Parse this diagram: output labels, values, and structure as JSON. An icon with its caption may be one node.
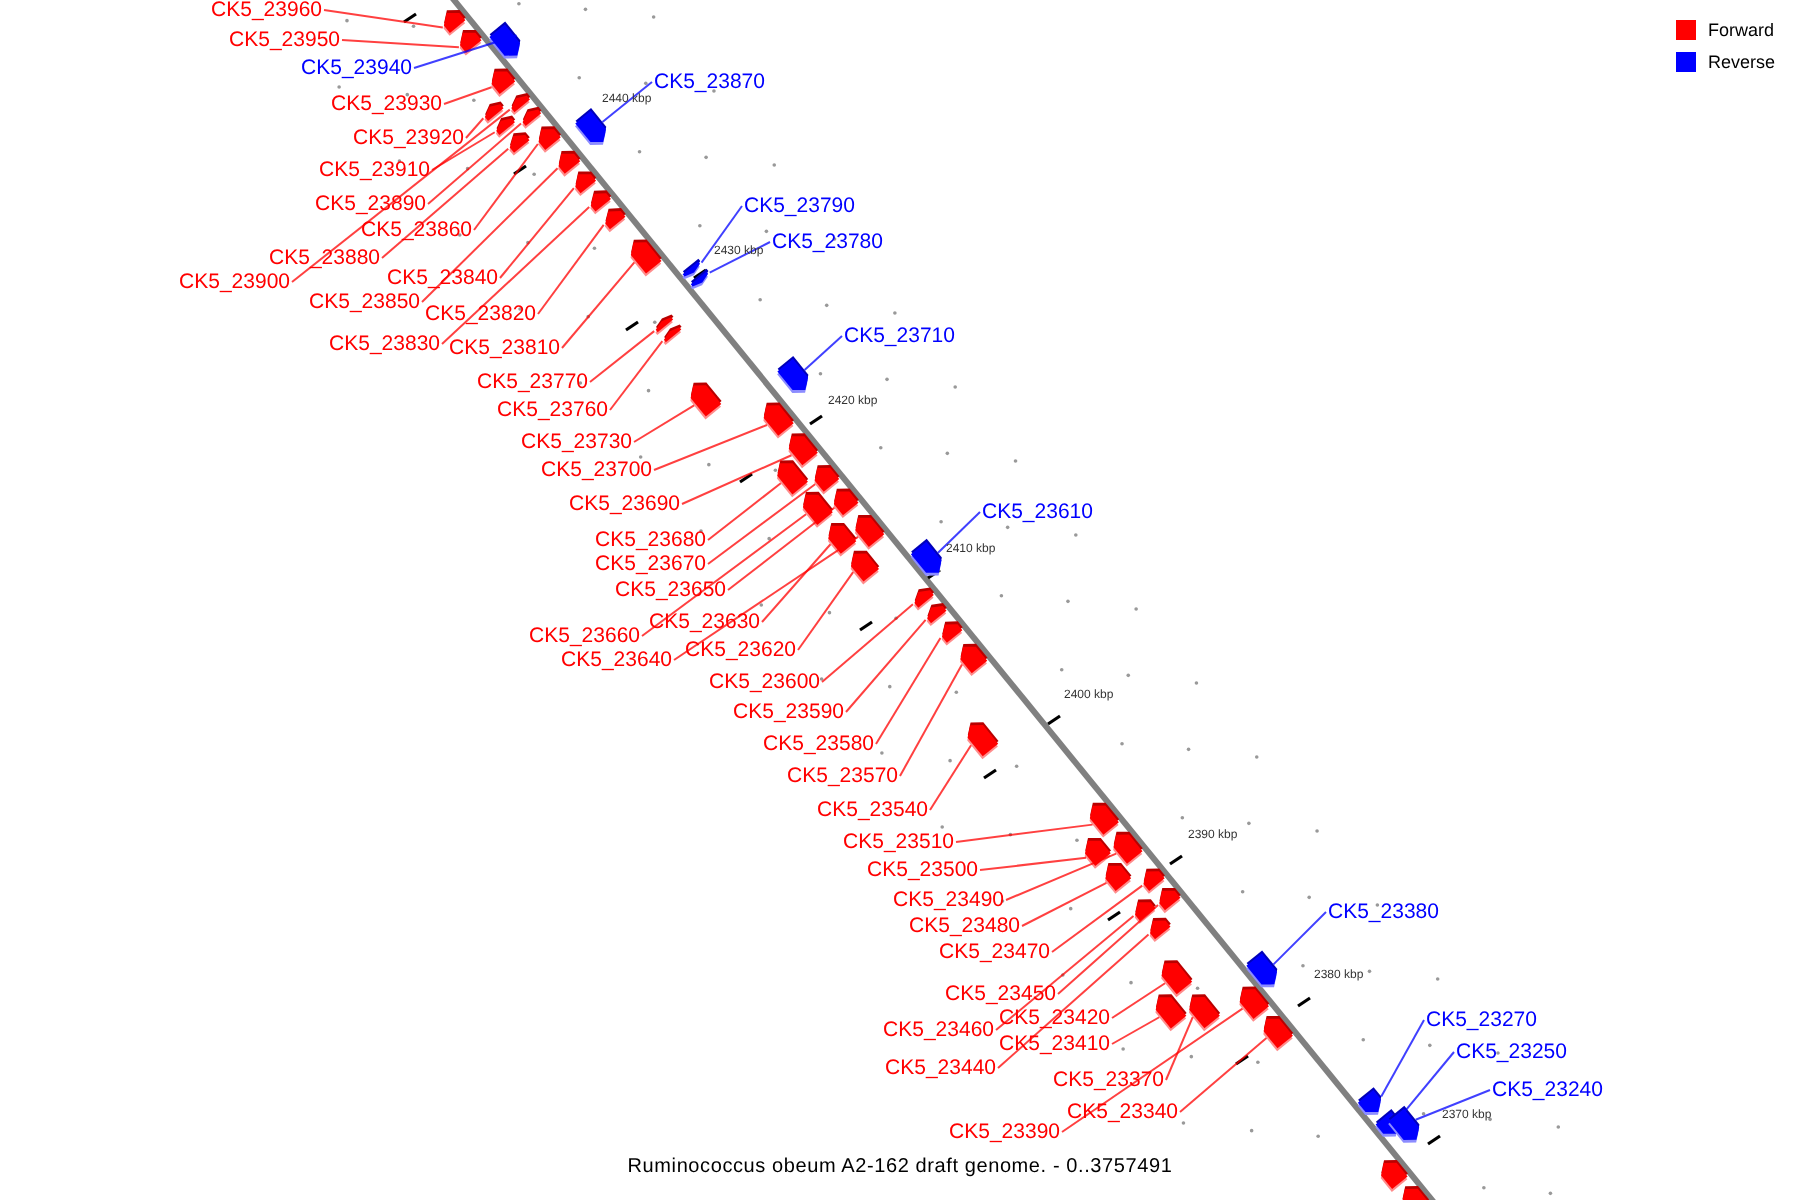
{
  "diagram": {
    "caption": "Ruminococcus obeum A2-162 draft genome. - 0..3757491",
    "nodes": [
      {
        "text": [
          "CK5_23960"
        ]
      },
      {
        "text": [
          "CK5_23950"
        ]
      },
      {
        "text": [
          "CK5_23940"
        ]
      },
      {
        "text": [
          "CK5_23870"
        ]
      },
      {
        "text": [
          "CK5_23930"
        ]
      },
      {
        "text": [
          "CK5_23920"
        ]
      },
      {
        "text": [
          "CK5_23910"
        ]
      },
      {
        "text": [
          "CK5_23890"
        ]
      },
      {
        "text": [
          "CK5_23790"
        ]
      },
      {
        "text": [
          "CK5_23860"
        ]
      },
      {
        "text": [
          "CK5_23780"
        ]
      },
      {
        "text": [
          "CK5_23880"
        ]
      },
      {
        "text": [
          "CK5_23840"
        ]
      },
      {
        "text": [
          "CK5_23900"
        ]
      },
      {
        "text": [
          "CK5_23850"
        ]
      },
      {
        "text": [
          "CK5_23820"
        ]
      },
      {
        "text": [
          "CK5_23710"
        ]
      },
      {
        "text": [
          "CK5_23830"
        ]
      },
      {
        "text": [
          "CK5_23810"
        ]
      },
      {
        "text": [
          "CK5_23770"
        ]
      },
      {
        "text": [
          "CK5_23760"
        ]
      },
      {
        "text": [
          "CK5_23730"
        ]
      },
      {
        "text": [
          "CK5_23700"
        ]
      },
      {
        "text": [
          "CK5_23690"
        ]
      },
      {
        "text": [
          "CK5_23610"
        ]
      },
      {
        "text": [
          "CK5_23680"
        ]
      },
      {
        "text": [
          "CK5_23670"
        ]
      },
      {
        "text": [
          "CK5_23650"
        ]
      },
      {
        "text": [
          "CK5_23630"
        ]
      },
      {
        "text": [
          "CK5_23660"
        ]
      },
      {
        "text": [
          "CK5_23620"
        ]
      },
      {
        "text": [
          "CK5_23640"
        ]
      },
      {
        "text": [
          "CK5_23600"
        ]
      },
      {
        "text": [
          "CK5_23590"
        ]
      },
      {
        "text": [
          "CK5_23580"
        ]
      },
      {
        "text": [
          "CK5_23570"
        ]
      },
      {
        "text": [
          "CK5_23540"
        ]
      },
      {
        "text": [
          "CK5_23510"
        ]
      },
      {
        "text": [
          "CK5_23500"
        ]
      },
      {
        "text": [
          "CK5_23490"
        ]
      },
      {
        "text": [
          "CK5_23380"
        ]
      },
      {
        "text": [
          "CK5_23480"
        ]
      },
      {
        "text": [
          "CK5_23470"
        ]
      },
      {
        "text": [
          "CK5_23450"
        ]
      },
      {
        "text": [
          "CK5_23420"
        ]
      },
      {
        "text": [
          "CK5_23270"
        ]
      },
      {
        "text": [
          "CK5_23460"
        ]
      },
      {
        "text": [
          "CK5_23410"
        ]
      },
      {
        "text": [
          "CK5_23250"
        ]
      },
      {
        "text": [
          "CK5_23440"
        ]
      },
      {
        "text": [
          "CK5_23370"
        ]
      },
      {
        "text": [
          "CK5_23240"
        ]
      },
      {
        "text": [
          "CK5_23340"
        ]
      },
      {
        "text": [
          "CK5_23390"
        ]
      },
      {
        "text": [],
        "shape": "box"
      },
      {
        "text": [],
        "shape": "box"
      },
      {
        "text": [],
        "shape": "box"
      },
      {
        "text": [],
        "shape": "box"
      },
      {
        "text": [],
        "shape": "box"
      },
      {
        "text": [],
        "shape": "box"
      },
      {
        "text": [],
        "shape": "box"
      },
      {
        "text": [],
        "shape": "box"
      },
      {
        "text": [],
        "shape": "box"
      },
      {
        "text": [],
        "shape": "box"
      },
      {
        "text": [],
        "shape": "box"
      },
      {
        "text": [],
        "shape": "box"
      },
      {
        "text": [],
        "shape": "box"
      },
      {
        "text": [],
        "shape": "box"
      },
      {
        "text": [],
        "shape": "box"
      },
      {
        "text": [],
        "shape": "box"
      },
      {
        "text": [],
        "shape": "box"
      },
      {
        "text": [],
        "shape": "box"
      },
      {
        "text": [],
        "shape": "box"
      },
      {
        "text": [],
        "shape": "box"
      },
      {
        "text": [],
        "shape": "box"
      },
      {
        "text": [],
        "shape": "box"
      },
      {
        "text": [],
        "shape": "box"
      },
      {
        "text": [],
        "shape": "box"
      },
      {
        "text": [],
        "shape": "box"
      },
      {
        "text": [],
        "shape": "box"
      },
      {
        "text": [],
        "shape": "box"
      },
      {
        "text": [],
        "shape": "box"
      },
      {
        "text": [],
        "shape": "box"
      },
      {
        "text": [],
        "shape": "box"
      },
      {
        "text": [],
        "shape": "box"
      },
      {
        "text": [],
        "shape": "box"
      },
      {
        "text": [],
        "shape": "box"
      },
      {
        "text": [],
        "shape": "box"
      },
      {
        "text": [],
        "shape": "box"
      },
      {
        "text": [],
        "shape": "box"
      },
      {
        "text": [],
        "shape": "box"
      },
      {
        "text": [],
        "shape": "box"
      },
      {
        "text": [],
        "shape": "box"
      },
      {
        "text": [],
        "shape": "box"
      },
      {
        "text": [],
        "shape": "box"
      },
      {
        "text": [],
        "shape": "box"
      },
      {
        "text": [],
        "shape": "box"
      },
      {
        "text": [],
        "shape": "box"
      },
      {
        "text": [],
        "shape": "box"
      },
      {
        "text": [],
        "shape": "box"
      },
      {
        "text": [],
        "shape": "box"
      },
      {
        "text": [],
        "shape": "box"
      },
      {
        "text": [],
        "shape": "box"
      },
      {
        "text": [],
        "shape": "box"
      },
      {
        "text": [],
        "shape": "box"
      },
      {
        "text": [],
        "shape": "box"
      },
      {
        "text": [],
        "shape": "box"
      },
      {
        "text": [],
        "shape": "box"
      },
      {
        "text": [],
        "shape": "box"
      },
      {
        "text": [],
        "shape": "box"
      }
    ],
    "edges": [
      {
        "from": 0,
        "to": 54,
        "arrow": "none"
      },
      {
        "from": 1,
        "to": 55,
        "arrow": "none"
      },
      {
        "from": 2,
        "to": 56,
        "arrow": "none",
        "color": "#0000ff"
      },
      {
        "from": 3,
        "to": 64,
        "arrow": "none",
        "color": "#0000ff"
      },
      {
        "from": 4,
        "to": 57,
        "arrow": "none"
      },
      {
        "from": 5,
        "to": 58,
        "arrow": "none"
      },
      {
        "from": 6,
        "to": 60,
        "arrow": "none"
      },
      {
        "from": 7,
        "to": 61,
        "arrow": "none"
      },
      {
        "from": 8,
        "to": 70,
        "arrow": "none",
        "color": "#0000ff"
      },
      {
        "from": 9,
        "to": 63,
        "arrow": "none"
      },
      {
        "from": 10,
        "to": 71,
        "arrow": "none",
        "color": "#0000ff"
      },
      {
        "from": 11,
        "to": 62,
        "arrow": "none"
      },
      {
        "from": 12,
        "to": 66,
        "arrow": "none"
      },
      {
        "from": 13,
        "to": 59,
        "arrow": "none"
      },
      {
        "from": 14,
        "to": 65,
        "arrow": "none"
      },
      {
        "from": 15,
        "to": 68,
        "arrow": "none"
      },
      {
        "from": 16,
        "to": 75,
        "arrow": "none",
        "color": "#0000ff"
      },
      {
        "from": 17,
        "to": 67,
        "arrow": "none"
      },
      {
        "from": 18,
        "to": 69,
        "arrow": "none"
      },
      {
        "from": 19,
        "to": 72,
        "arrow": "none"
      },
      {
        "from": 20,
        "to": 73,
        "arrow": "none"
      },
      {
        "from": 21,
        "to": 74,
        "arrow": "none"
      },
      {
        "from": 22,
        "to": 76,
        "arrow": "none"
      },
      {
        "from": 23,
        "to": 77,
        "arrow": "none"
      },
      {
        "from": 24,
        "to": 85,
        "arrow": "none",
        "color": "#0000ff"
      },
      {
        "from": 25,
        "to": 78,
        "arrow": "none"
      },
      {
        "from": 26,
        "to": 79,
        "arrow": "none"
      },
      {
        "from": 27,
        "to": 81,
        "arrow": "none"
      },
      {
        "from": 28,
        "to": 82,
        "arrow": "none"
      },
      {
        "from": 29,
        "to": 80,
        "arrow": "none"
      },
      {
        "from": 30,
        "to": 84,
        "arrow": "none"
      },
      {
        "from": 31,
        "to": 83,
        "arrow": "none"
      },
      {
        "from": 32,
        "to": 86,
        "arrow": "none"
      },
      {
        "from": 33,
        "to": 87,
        "arrow": "none"
      },
      {
        "from": 34,
        "to": 88,
        "arrow": "none"
      },
      {
        "from": 35,
        "to": 89,
        "arrow": "none"
      },
      {
        "from": 36,
        "to": 90,
        "arrow": "none"
      },
      {
        "from": 37,
        "to": 91,
        "arrow": "none"
      },
      {
        "from": 38,
        "to": 92,
        "arrow": "none"
      },
      {
        "from": 39,
        "to": 93,
        "arrow": "none"
      },
      {
        "from": 40,
        "to": 102,
        "arrow": "none",
        "color": "#0000ff"
      },
      {
        "from": 41,
        "to": 94,
        "arrow": "none"
      },
      {
        "from": 42,
        "to": 95,
        "arrow": "none"
      },
      {
        "from": 43,
        "to": 97,
        "arrow": "none"
      },
      {
        "from": 44,
        "to": 99,
        "arrow": "none"
      },
      {
        "from": 45,
        "to": 105,
        "arrow": "none",
        "color": "#0000ff"
      },
      {
        "from": 46,
        "to": 96,
        "arrow": "none"
      },
      {
        "from": 47,
        "to": 100,
        "arrow": "none"
      },
      {
        "from": 48,
        "to": 106,
        "arrow": "none",
        "color": "#0000ff"
      },
      {
        "from": 49,
        "to": 98,
        "arrow": "none"
      },
      {
        "from": 50,
        "to": 101,
        "arrow": "none"
      },
      {
        "from": 51,
        "to": 107,
        "arrow": "none",
        "color": "#0000ff"
      },
      {
        "from": 52,
        "to": 104,
        "arrow": "none"
      },
      {
        "from": 53,
        "to": 103,
        "arrow": "none"
      }
    ],
    "labels": [
      "2440 kbp",
      "2430 kbp",
      "2420 kbp",
      "2410 kbp",
      "2400 kbp",
      "2390 kbp",
      "2380 kbp",
      "2370 kbp"
    ],
    "legend": [
      {
        "text": "Forward",
        "color": "#ff0000"
      },
      {
        "text": "Reverse",
        "color": "#0000ff"
      }
    ]
  }
}
